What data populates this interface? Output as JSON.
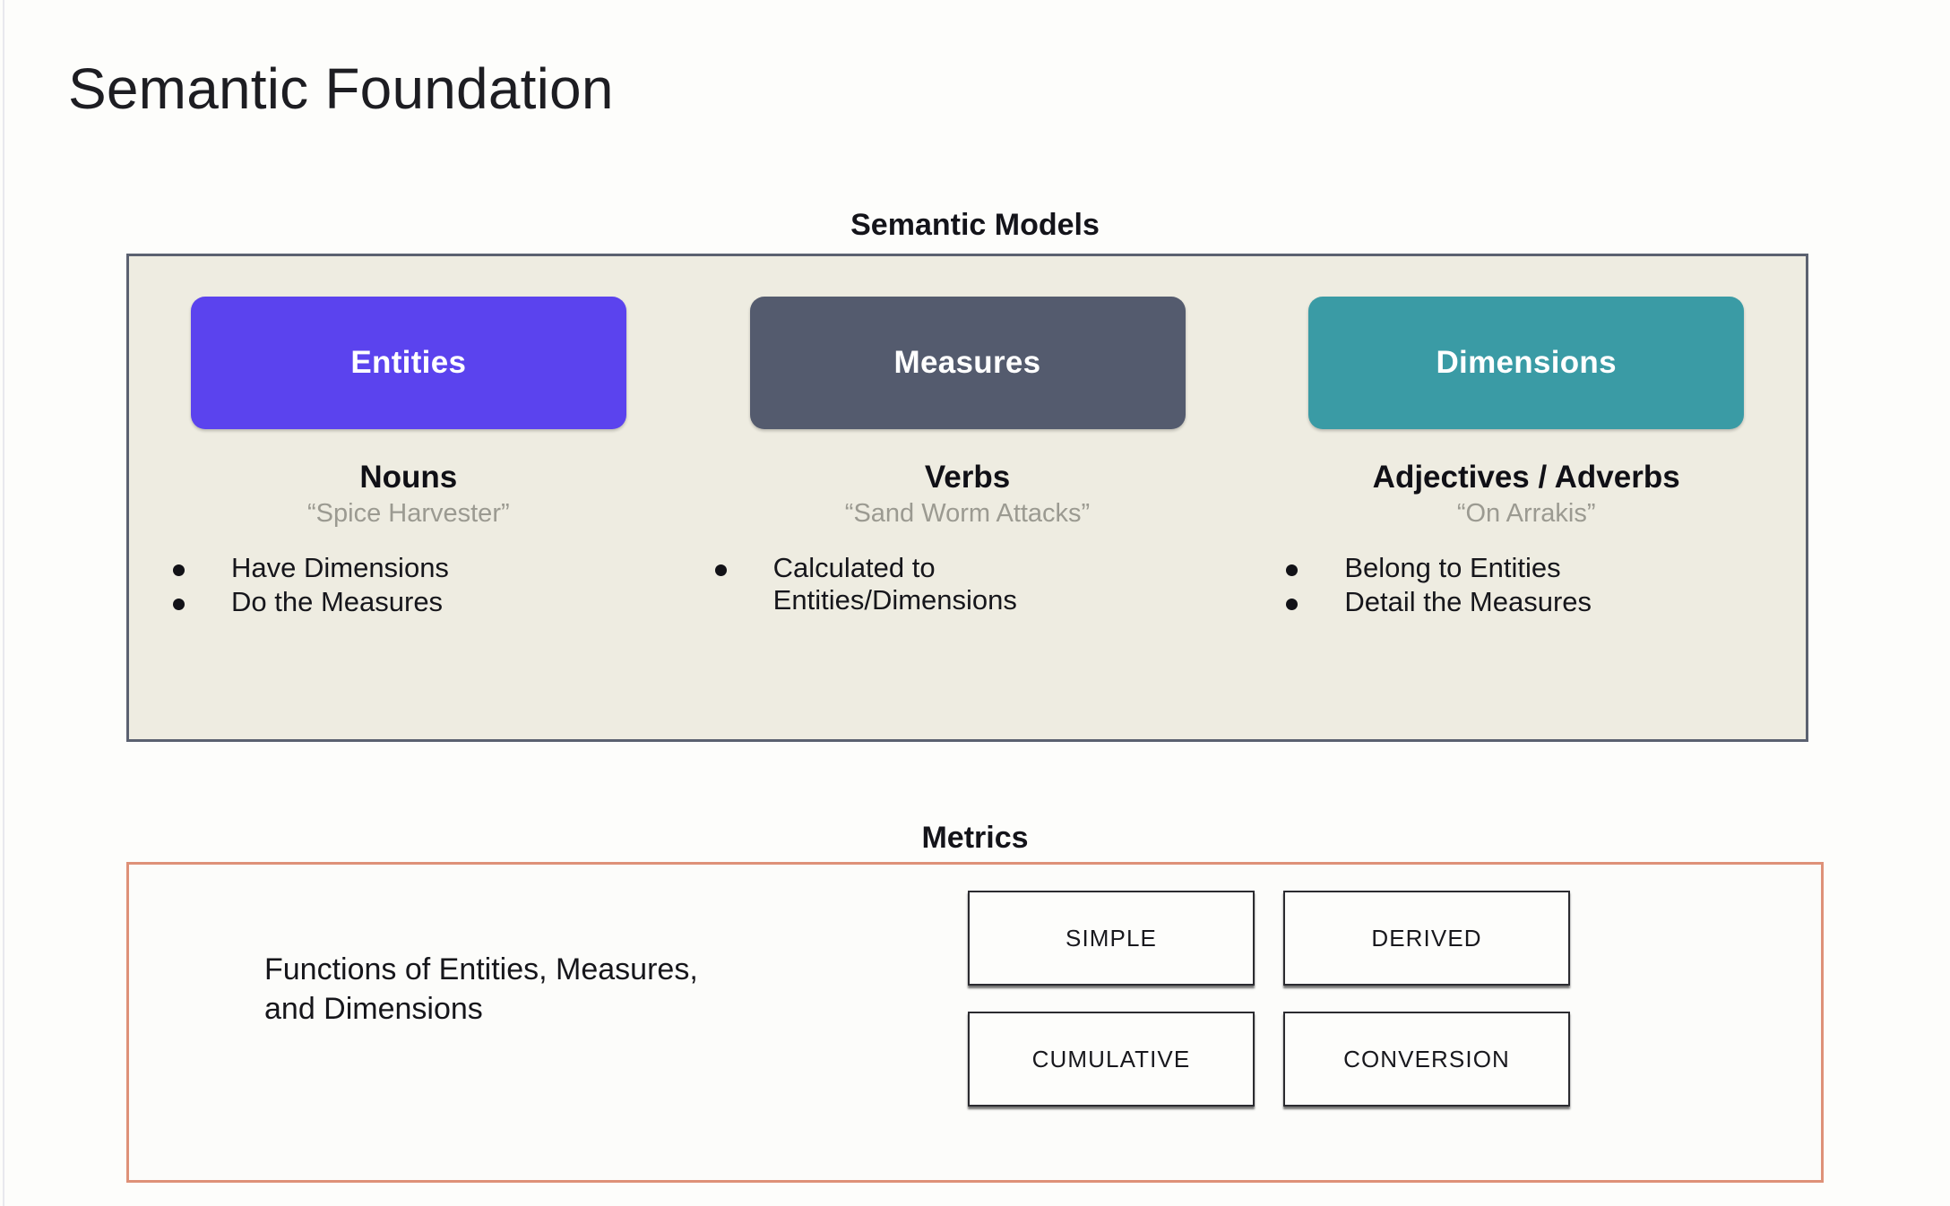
{
  "slide": {
    "title": "Semantic Foundation"
  },
  "semantic_models": {
    "caption": "Semantic Models",
    "columns": [
      {
        "pill_label": "Entities",
        "pill_color": "#5b43ee",
        "pos_title": "Nouns",
        "example": "“Spice Harvester”",
        "bullets": [
          "Have Dimensions",
          "Do the Measures"
        ]
      },
      {
        "pill_label": "Measures",
        "pill_color": "#545b6e",
        "pos_title": "Verbs",
        "example": "“Sand Worm Attacks”",
        "bullets": [
          "Calculated to\nEntities/Dimensions"
        ]
      },
      {
        "pill_label": "Dimensions",
        "pill_color": "#3a9ba5",
        "pos_title": "Adjectives / Adverbs",
        "example": "“On Arrakis”",
        "bullets": [
          "Belong to Entities",
          "Detail the Measures"
        ]
      }
    ]
  },
  "metrics": {
    "caption": "Metrics",
    "description": "Functions of Entities, Measures,\nand Dimensions",
    "types": [
      "SIMPLE",
      "DERIVED",
      "CUMULATIVE",
      "CONVERSION"
    ],
    "border_color": "#de9178"
  },
  "colors": {
    "page_background": "#fdfdfb",
    "models_panel_background": "#eeece1",
    "models_panel_border": "#5b6170",
    "example_text": "#9b9a91"
  }
}
